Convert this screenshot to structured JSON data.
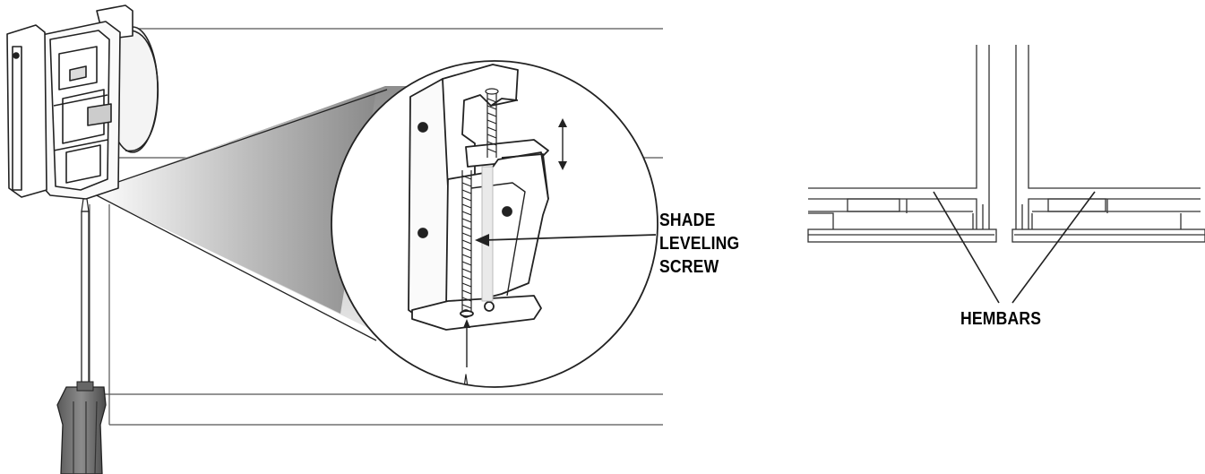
{
  "labels": {
    "shade_leveling_screw": [
      "SHADE",
      "LEVELING",
      "SCREW"
    ],
    "hembars": "HEMBARS"
  }
}
